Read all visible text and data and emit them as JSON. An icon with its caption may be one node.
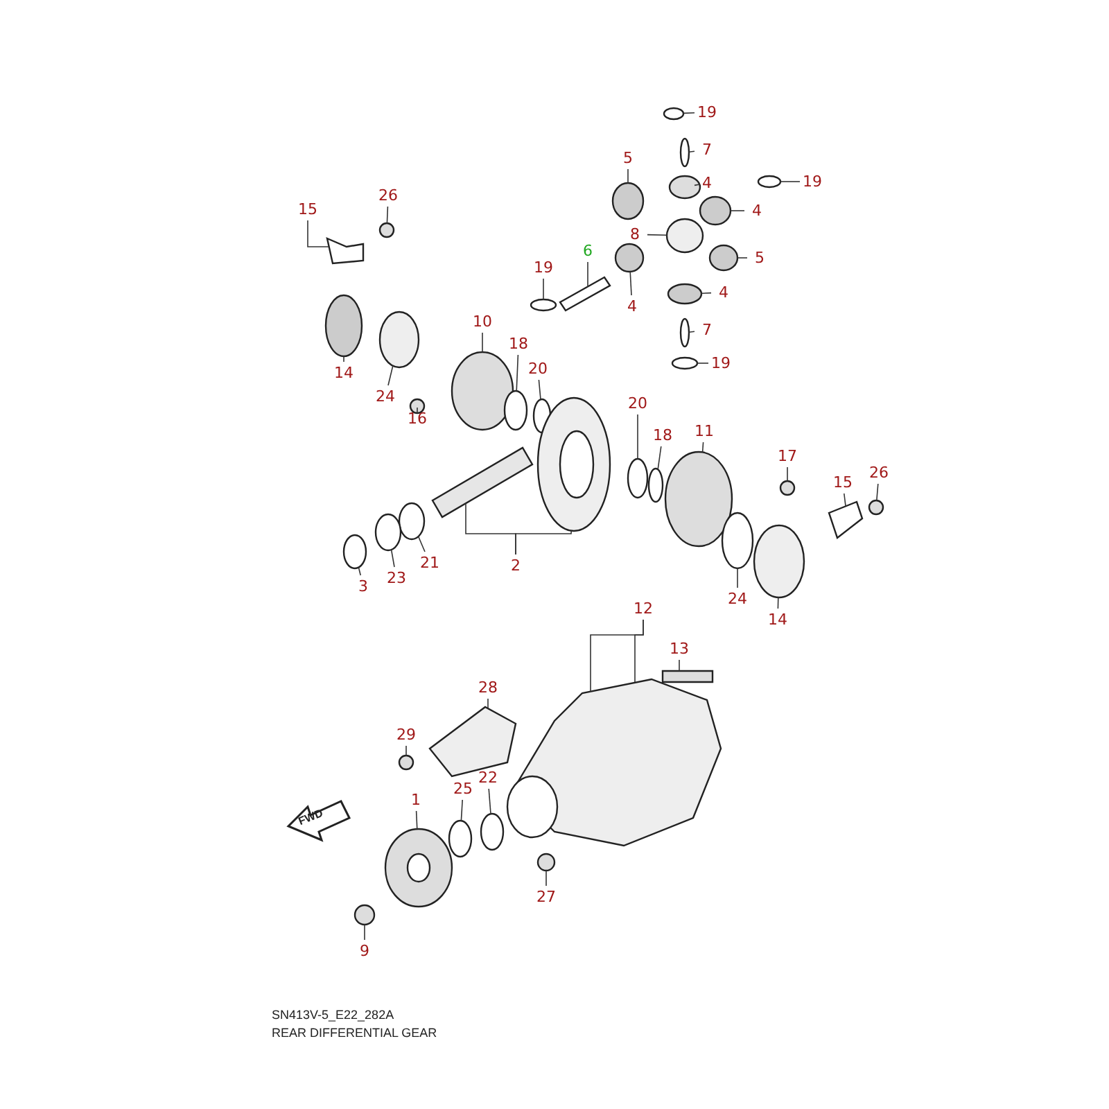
{
  "diagram": {
    "caption": "REAR DIFFERENTIAL GEAR",
    "nodes": [
      {
        "text": [
          "19"
        ]
      },
      {
        "text": [
          "7"
        ]
      },
      {
        "text": [
          "5"
        ]
      },
      {
        "text": [
          "4"
        ]
      },
      {
        "text": [
          "19"
        ]
      },
      {
        "text": [
          "26"
        ]
      },
      {
        "text": [
          "8"
        ]
      },
      {
        "text": [
          "15"
        ]
      },
      {
        "text": [
          "4"
        ]
      },
      {
        "text": [
          "6"
        ]
      },
      {
        "text": [
          "19"
        ]
      },
      {
        "text": [
          "5"
        ]
      },
      {
        "text": [
          "4"
        ]
      },
      {
        "text": [
          "4"
        ]
      },
      {
        "text": [
          "10"
        ]
      },
      {
        "text": [
          "7"
        ]
      },
      {
        "text": [
          "18"
        ]
      },
      {
        "text": [
          "14"
        ]
      },
      {
        "text": [
          "24"
        ]
      },
      {
        "text": [
          "20"
        ]
      },
      {
        "text": [
          "19"
        ]
      },
      {
        "text": [
          "16"
        ]
      },
      {
        "text": [
          "20"
        ]
      },
      {
        "text": [
          "18"
        ]
      },
      {
        "text": [
          "11"
        ]
      },
      {
        "text": [
          "17"
        ]
      },
      {
        "text": [
          "26"
        ]
      },
      {
        "text": [
          "15"
        ]
      },
      {
        "text": [
          "21"
        ]
      },
      {
        "text": [
          "2"
        ]
      },
      {
        "text": [
          "23"
        ]
      },
      {
        "text": [
          "3"
        ]
      },
      {
        "text": [
          "24"
        ]
      },
      {
        "text": [
          "14"
        ]
      },
      {
        "text": [
          "12"
        ]
      },
      {
        "text": [
          "13"
        ]
      },
      {
        "text": [
          "28"
        ]
      },
      {
        "text": [
          "29"
        ]
      },
      {
        "text": [
          "22"
        ]
      },
      {
        "text": [
          "1"
        ]
      },
      {
        "text": [
          "25"
        ]
      },
      {
        "text": [
          "27"
        ]
      },
      {
        "text": [
          "9"
        ]
      },
      {
        "text": [],
        "shape": "circle"
      },
      {
        "text": [],
        "shape": "circle"
      },
      {
        "text": [],
        "shape": "circle"
      },
      {
        "text": [],
        "shape": "circle"
      },
      {
        "text": [],
        "shape": "circle"
      },
      {
        "text": [],
        "shape": "circle"
      },
      {
        "text": [],
        "shape": "circle"
      },
      {
        "text": [],
        "shape": "picture"
      },
      {
        "text": [],
        "shape": "circle"
      },
      {
        "text": [],
        "shape": "bar"
      },
      {
        "text": [],
        "shape": "circle"
      },
      {
        "text": [],
        "shape": "circle"
      },
      {
        "text": [],
        "shape": "circle"
      },
      {
        "text": [],
        "shape": "circle"
      },
      {
        "text": [],
        "shape": "circle"
      },
      {
        "text": [],
        "shape": "circle"
      },
      {
        "text": [],
        "shape": "circle"
      },
      {
        "text": [],
        "shape": "circle"
      },
      {
        "text": [],
        "shape": "circle"
      },
      {
        "text": [],
        "shape": "circle"
      },
      {
        "text": [],
        "shape": "circle"
      },
      {
        "text": [],
        "shape": "circle"
      },
      {
        "text": [],
        "shape": "circle"
      },
      {
        "text": [],
        "shape": "circle"
      },
      {
        "text": [],
        "shape": "circle"
      },
      {
        "text": [],
        "shape": "circle"
      },
      {
        "text": [],
        "shape": "circle"
      },
      {
        "text": [],
        "shape": "picture"
      },
      {
        "text": [],
        "shape": "circle"
      },
      {
        "text": [],
        "shape": "bar"
      },
      {
        "text": [],
        "shape": "circle"
      },
      {
        "text": [],
        "shape": "circle"
      },
      {
        "text": [],
        "shape": "circle"
      },
      {
        "text": [],
        "shape": "circle"
      },
      {
        "text": [],
        "shape": "circle"
      },
      {
        "text": [],
        "shape": "picture"
      },
      {
        "text": [],
        "shape": "bar"
      },
      {
        "text": [],
        "shape": "picture"
      },
      {
        "text": [],
        "shape": "circle"
      },
      {
        "text": [],
        "shape": "circle"
      },
      {
        "text": [],
        "shape": "circle"
      },
      {
        "text": [],
        "shape": "circle"
      },
      {
        "text": [],
        "shape": "circle"
      },
      {
        "text": [],
        "shape": "circle"
      }
    ],
    "edges": [
      {
        "from": 0,
        "to": 43,
        "arrow": "none"
      },
      {
        "from": 1,
        "to": 44,
        "arrow": "none"
      },
      {
        "from": 2,
        "to": 45,
        "arrow": "none"
      },
      {
        "from": 3,
        "to": 46,
        "arrow": "none"
      },
      {
        "from": 4,
        "to": 47,
        "arrow": "none"
      },
      {
        "from": 5,
        "to": 48,
        "arrow": "none"
      },
      {
        "from": 6,
        "to": 49,
        "arrow": "none"
      },
      {
        "from": 7,
        "to": 50,
        "arrow": "none"
      },
      {
        "from": 8,
        "to": 51,
        "arrow": "none"
      },
      {
        "from": 9,
        "to": 52,
        "arrow": "none"
      },
      {
        "from": 10,
        "to": 53,
        "arrow": "none"
      },
      {
        "from": 11,
        "to": 54,
        "arrow": "none"
      },
      {
        "from": 12,
        "to": 55,
        "arrow": "none"
      },
      {
        "from": 13,
        "to": 56,
        "arrow": "none"
      },
      {
        "from": 14,
        "to": 57,
        "arrow": "none"
      },
      {
        "from": 15,
        "to": 58,
        "arrow": "none"
      },
      {
        "from": 16,
        "to": 59,
        "arrow": "none"
      },
      {
        "from": 17,
        "to": 60,
        "arrow": "none"
      },
      {
        "from": 18,
        "to": 61,
        "arrow": "none"
      },
      {
        "from": 19,
        "to": 62,
        "arrow": "none"
      },
      {
        "from": 20,
        "to": 63,
        "arrow": "none"
      },
      {
        "from": 21,
        "to": 64,
        "arrow": "none"
      },
      {
        "from": 22,
        "to": 65,
        "arrow": "none"
      },
      {
        "from": 23,
        "to": 66,
        "arrow": "none"
      },
      {
        "from": 24,
        "to": 67,
        "arrow": "none"
      },
      {
        "from": 25,
        "to": 68,
        "arrow": "none"
      },
      {
        "from": 26,
        "to": 69,
        "arrow": "none"
      },
      {
        "from": 27,
        "to": 70,
        "arrow": "none"
      },
      {
        "from": 28,
        "to": 71,
        "arrow": "none"
      },
      {
        "from": 29,
        "to": 72,
        "arrow": "none"
      },
      {
        "from": 29,
        "to": 73,
        "arrow": "none"
      },
      {
        "from": 30,
        "to": 74,
        "arrow": "none"
      },
      {
        "from": 31,
        "to": 75,
        "arrow": "none"
      },
      {
        "from": 32,
        "to": 76,
        "arrow": "none"
      },
      {
        "from": 33,
        "to": 77,
        "arrow": "none"
      },
      {
        "from": 34,
        "to": 78,
        "arrow": "none"
      },
      {
        "from": 34,
        "to": 78,
        "arrow": "none"
      },
      {
        "from": 35,
        "to": 79,
        "arrow": "none"
      },
      {
        "from": 36,
        "to": 80,
        "arrow": "none"
      },
      {
        "from": 37,
        "to": 81,
        "arrow": "none"
      },
      {
        "from": 38,
        "to": 82,
        "arrow": "none"
      },
      {
        "from": 39,
        "to": 83,
        "arrow": "none"
      },
      {
        "from": 40,
        "to": 84,
        "arrow": "none"
      },
      {
        "from": 41,
        "to": 85,
        "arrow": "none"
      },
      {
        "from": 42,
        "to": 86,
        "arrow": "none"
      }
    ],
    "labels": [
      "FWD",
      "SN413V-5_E22_282A"
    ]
  }
}
